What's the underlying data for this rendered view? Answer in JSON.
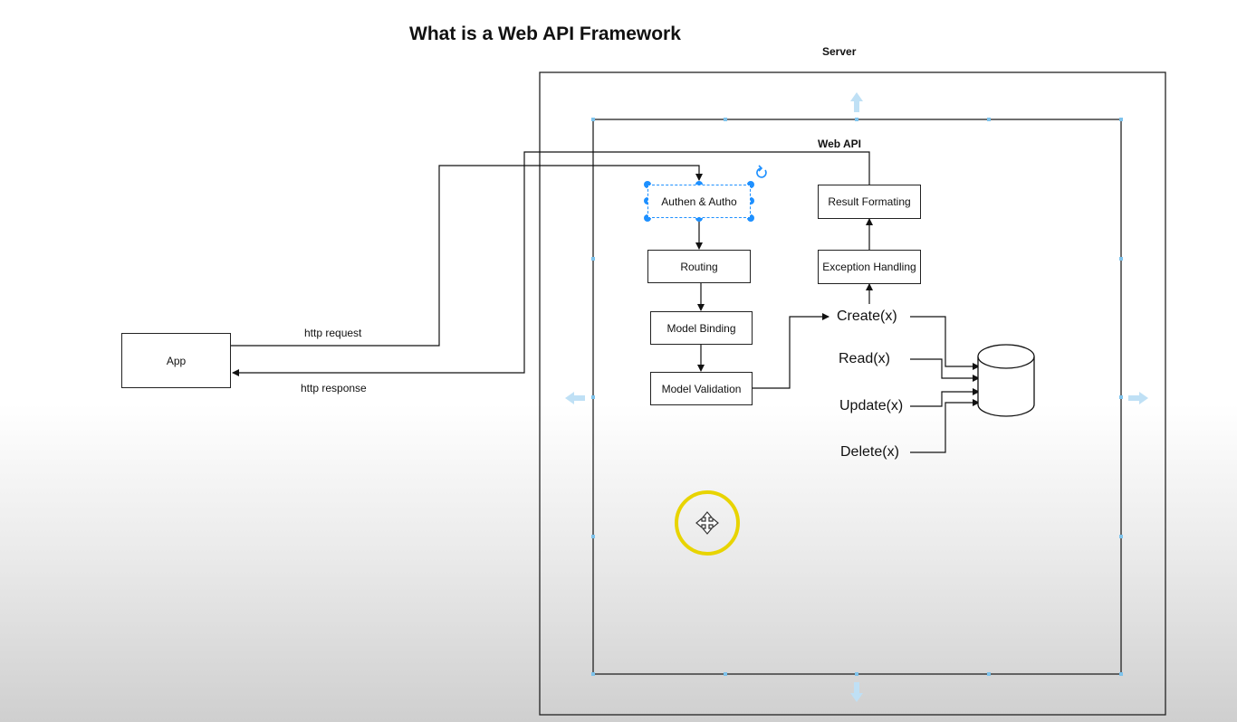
{
  "title": "What is a Web API Framework",
  "server_label": "Server",
  "webapi_label": "Web API",
  "app_label": "App",
  "request_label": "http request",
  "response_label": "http response",
  "pipeline": {
    "auth": "Authen & Autho",
    "routing": "Routing",
    "binding": "Model Binding",
    "validation": "Model Validation",
    "exception": "Exception Handling",
    "result": "Result Formating"
  },
  "operations": {
    "create": "Create(x)",
    "read": "Read(x)",
    "update": "Update(x)",
    "delete": "Delete(x)"
  },
  "icons": [
    "database-icon",
    "rotate-icon",
    "move-cursor-icon",
    "resize-arrow-icon"
  ],
  "colors": {
    "selection": "#1e90ff",
    "cursor_ring": "#e8d400",
    "handle_arrows": "#bfe0f5"
  }
}
